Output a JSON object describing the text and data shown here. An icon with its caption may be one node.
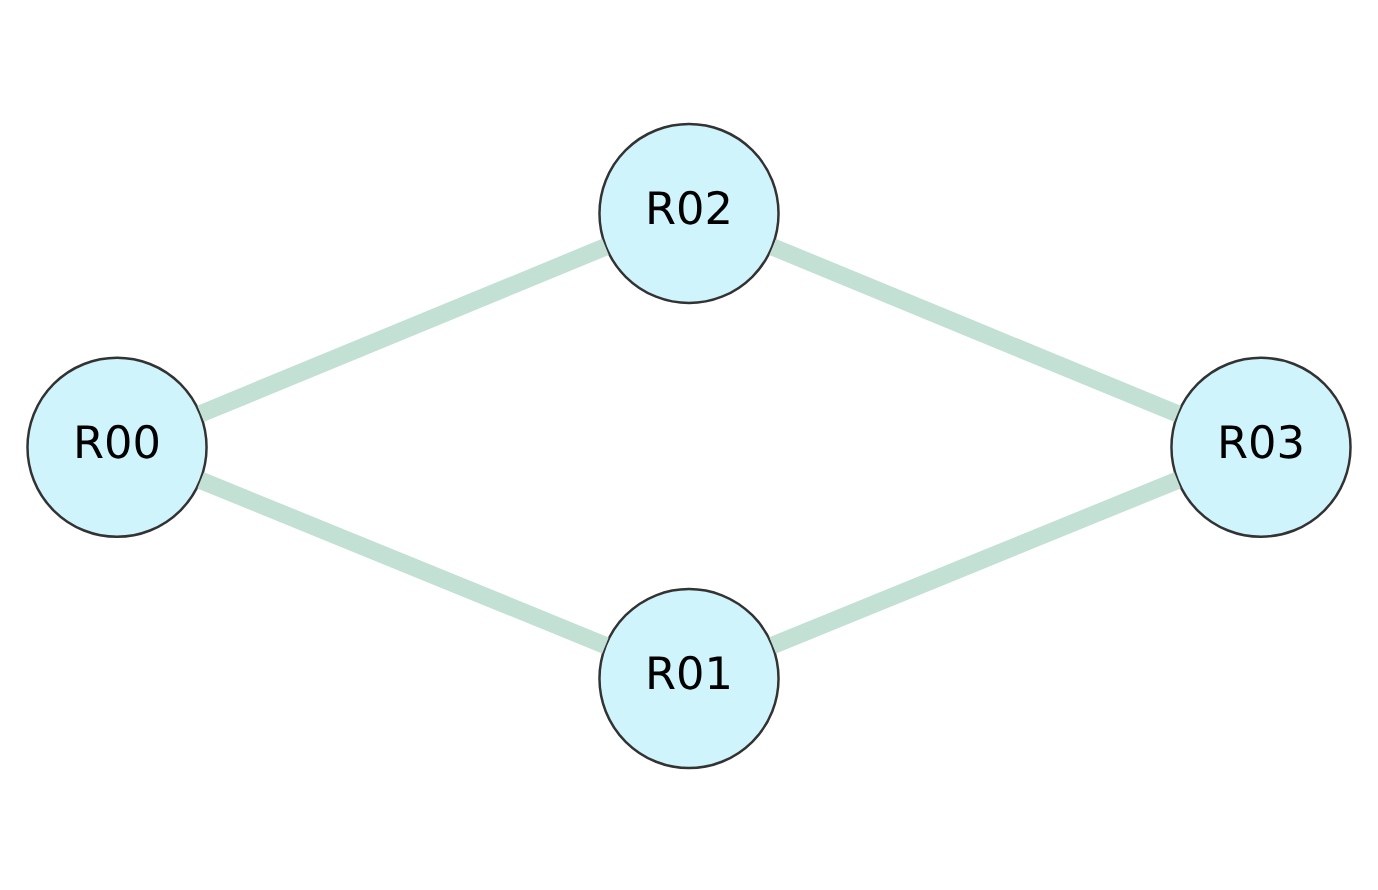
{
  "diagram": {
    "nodes": [
      {
        "text": [
          "R00"
        ]
      },
      {
        "text": [
          "R02"
        ]
      },
      {
        "text": [
          "R01"
        ]
      },
      {
        "text": [
          "R03"
        ]
      }
    ],
    "edges": [
      {
        "from": 0,
        "to": 1,
        "arrow": "none"
      },
      {
        "from": 1,
        "to": 3,
        "arrow": "none"
      },
      {
        "from": 0,
        "to": 2,
        "arrow": "none"
      },
      {
        "from": 2,
        "to": 3,
        "arrow": "none"
      }
    ]
  }
}
